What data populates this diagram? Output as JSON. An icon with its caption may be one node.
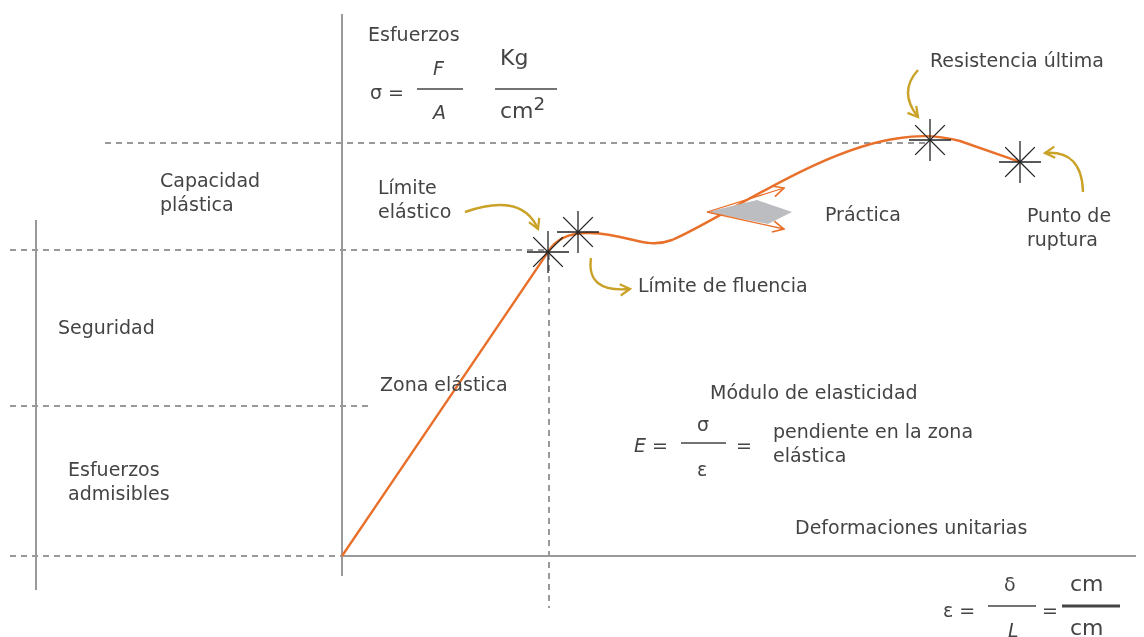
{
  "diagram": {
    "nodes": [
      {
        "text": [
          "Límite elástico"
        ]
      },
      {
        "text": [],
        "shape": "star"
      },
      {
        "text": [],
        "shape": "star"
      },
      {
        "text": [
          "Límite de fluencia"
        ]
      },
      {
        "text": [
          "Resistencia última"
        ]
      },
      {
        "text": [],
        "shape": "star"
      },
      {
        "text": [],
        "shape": "star"
      },
      {
        "text": [
          "Punto de ruptura"
        ]
      }
    ],
    "edges": [
      {
        "from": 0,
        "to": 1,
        "arrow": "to"
      },
      {
        "from": 2,
        "to": 3,
        "arrow": "to"
      },
      {
        "from": 4,
        "to": 5,
        "arrow": "to"
      },
      {
        "from": 7,
        "to": 6,
        "arrow": "to"
      }
    ],
    "labels": [
      "Esfuerzos",
      "σ =",
      "F",
      "A",
      "Kg",
      "cm$^{2}$",
      "Capacidad plástica",
      "Práctica",
      "Seguridad",
      "Zona elástica",
      "Módulo de elasticidad",
      "E =",
      "σ",
      "ε",
      "=",
      "pendiente en la zona elástica",
      "Esfuerzos admisibles",
      "Deformaciones unitarias",
      "ε =",
      "δ",
      "=",
      "L",
      "cm",
      "cm"
    ]
  }
}
